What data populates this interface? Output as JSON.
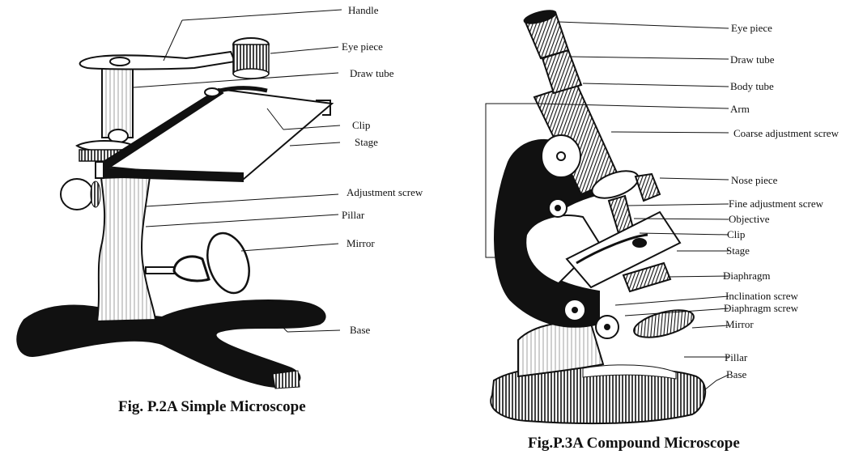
{
  "figures": [
    {
      "id": "simple",
      "caption": "Fig. P.2A Simple Microscope",
      "labels": [
        "Handle",
        "Eye piece",
        "Draw tube",
        "Clip",
        "Stage",
        "Adjustment screw",
        "Pillar",
        "Mirror",
        "Base"
      ]
    },
    {
      "id": "compound",
      "caption": "Fig.P.3A Compound Microscope",
      "labels": [
        "Eye piece",
        "Draw tube",
        "Body tube",
        "Arm",
        "Coarse adjustment screw",
        "Nose piece",
        "Fine adjustment screw",
        "Objective",
        "Clip",
        "Stage",
        "Diaphragm",
        "Inclination screw",
        "Diaphragm screw",
        "Mirror",
        "Pillar",
        "Base"
      ]
    }
  ],
  "colors": {
    "ink": "#111111",
    "paper": "#ffffff",
    "shade": "#555555"
  }
}
